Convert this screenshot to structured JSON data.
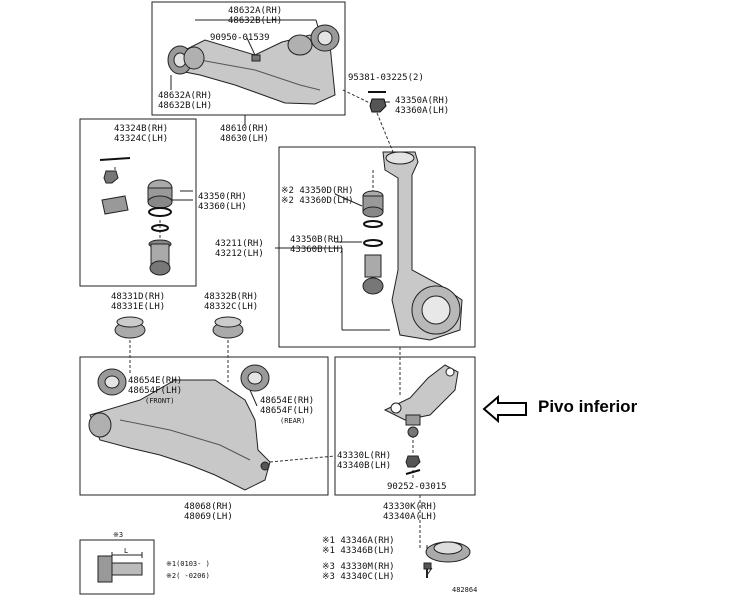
{
  "parts": {
    "upper_bushing_a": [
      "48632A(RH)",
      "48632B(LH)"
    ],
    "upper_bushing_b": [
      "48632A(RH)",
      "48632B(LH)"
    ],
    "grease_fitting": "90950-01539",
    "upper_arm": [
      "48610(RH)",
      "48630(LH)"
    ],
    "cotter_pin_upper": "95381-03225(2)",
    "upper_nut": [
      "43350A(RH)",
      "43360A(LH)"
    ],
    "upper_kit": [
      "43324B(RH)",
      "43324C(LH)"
    ],
    "upper_ball_joint": [
      "43350(RH)",
      "43360(LH)"
    ],
    "knuckle_boot": [
      "※2 43350D(RH)",
      "※2 43360D(LH)"
    ],
    "knuckle_ring": [
      "43350B(RH)",
      "43360B(LH)"
    ],
    "knuckle": [
      "43211(RH)",
      "43212(LH)"
    ],
    "lower_bump_a": [
      "48331D(RH)",
      "48331E(LH)"
    ],
    "lower_bump_b": [
      "48332B(RH)",
      "48332C(LH)"
    ],
    "lower_bushing_front": [
      "48654E(RH)",
      "48654F(LH)"
    ],
    "front_note": "(FRONT)",
    "lower_bushing_rear": [
      "48654E(RH)",
      "48654F(LH)"
    ],
    "rear_note": "(REAR)",
    "lower_arm": [
      "48068(RH)",
      "48069(LH)"
    ],
    "lower_nut": [
      "43330L(RH)",
      "43340B(LH)"
    ],
    "cotter_pin_lower": "90252-03015",
    "lower_ball_joint": [
      "43330K(RH)",
      "43340A(LH)"
    ],
    "dust_cover": [
      "※1 43346A(RH)",
      "※1 43346B(LH)"
    ],
    "bolt": [
      "※3 43330M(RH)",
      "※3 43340C(LH)"
    ]
  },
  "legend": {
    "mark3": "※3",
    "dim_label": "L",
    "note1": "※1(0103-    )",
    "note2": "※2(    -0206)"
  },
  "annotation": "Pivo inferior",
  "figure_id": "482864"
}
